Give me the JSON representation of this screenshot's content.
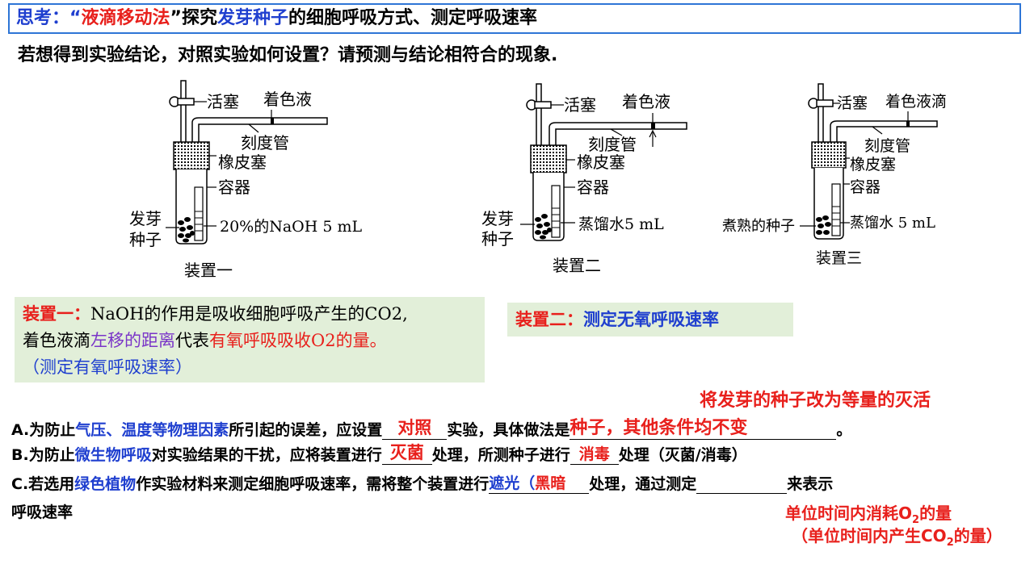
{
  "title": {
    "prefix": "思考：“",
    "method": "液滴移动法",
    "mid": "”探究",
    "subject": "发芽种子",
    "suffix": "的细胞呼吸方式、测定呼吸速率"
  },
  "question": "若想得到实验结论，对照实验如何设置？请预测与结论相符合的现象.",
  "figures": {
    "labels": {
      "stopcock": "活塞",
      "colored_liquid": "着色液",
      "colored_drop": "着色液滴",
      "scale_tube": "刻度管",
      "rubber_stopper": "橡皮塞",
      "container": "容器",
      "sprouting_seeds_1": "发芽",
      "sprouting_seeds_2": "种子",
      "naoh": "20%的NaOH 5 mL",
      "water_2": "蒸馏水5 mL",
      "water_3": "蒸馏水 5 mL",
      "cooked_seeds": "煮熟的种子"
    },
    "captions": [
      "装置一",
      "装置二",
      "装置三"
    ]
  },
  "box1": {
    "label": "装置一：",
    "text1": "NaOH的作用是吸收细胞呼吸产生的CO2,",
    "text2a": "着色液滴",
    "text2b": "左移的距离",
    "text2c": "代表",
    "text2d": "有氧呼吸吸收O2的量。",
    "text3": "（测定有氧呼吸速率）"
  },
  "box2": {
    "label": "装置二：",
    "text": "测定无氧呼吸速率"
  },
  "lineA": {
    "p1": "A.为防止",
    "k1": "气压、温度等物理因素",
    "p2": "所引起的误差，应设置",
    "ans1": "对照",
    "p3": "实验，具体做法是",
    "p4": "。",
    "ans2a": "将发芽的种子改为等量的灭活",
    "ans2b": "种子，其他条件均不变"
  },
  "lineB": {
    "p1": "B.为防止",
    "k1": "微生物呼吸",
    "p2": "对实验结果的干扰，应将装置进行",
    "ans1": "灭菌",
    "p3": "处理，所测种子进行",
    "ans2": "消毒",
    "p4": "处理（灭菌/消毒）"
  },
  "lineC": {
    "p1": "C.若选用",
    "k1": "绿色植物",
    "p2": "作实验材料来测定细胞呼吸速率，需将整个装置进行",
    "ans1a": "遮光（",
    "ans1b": "黑暗",
    "p3": "处理，通过测定",
    "p4": "来表示",
    "p5": "呼吸速率",
    "ans2a": "单位时间内消耗O",
    "ans2a_sub": "2",
    "ans2a_end": "的量",
    "ans2b": "（单位时间内产生CO",
    "ans2b_sub": "2",
    "ans2b_end": "的量）"
  }
}
